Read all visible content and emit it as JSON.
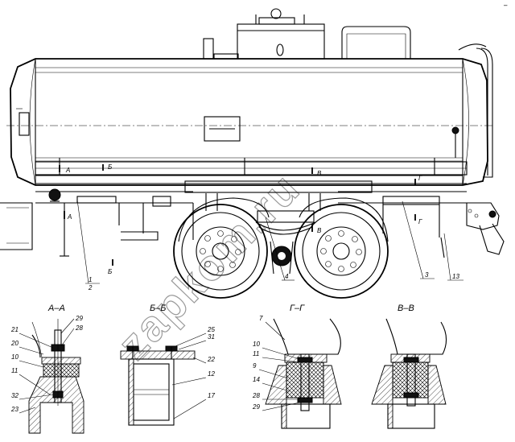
{
  "watermark": "zapkom.ru",
  "corner_mark": "–",
  "section_titles": {
    "aa": "А–А",
    "bb": "Б–Б",
    "gg": "Г–Г",
    "vv": "В–В"
  },
  "cut_marks": {
    "a_top": "А",
    "a_bottom": "А",
    "b_top": "Б",
    "b_bottom": "Б",
    "v_top": "В",
    "v_bottom": "В",
    "g_top": "Г",
    "g_bottom": "Г"
  },
  "main_callouts": {
    "c1": "1",
    "c2": "2",
    "c3": "3",
    "c4": "4",
    "c13": "13"
  },
  "aa_callouts": [
    "21",
    "20",
    "10",
    "11",
    "32",
    "23",
    "29",
    "28"
  ],
  "bb_callouts": [
    "25",
    "31",
    "22",
    "12",
    "17"
  ],
  "gg_callouts": [
    "7",
    "10",
    "11",
    "9",
    "14",
    "28",
    "29"
  ]
}
